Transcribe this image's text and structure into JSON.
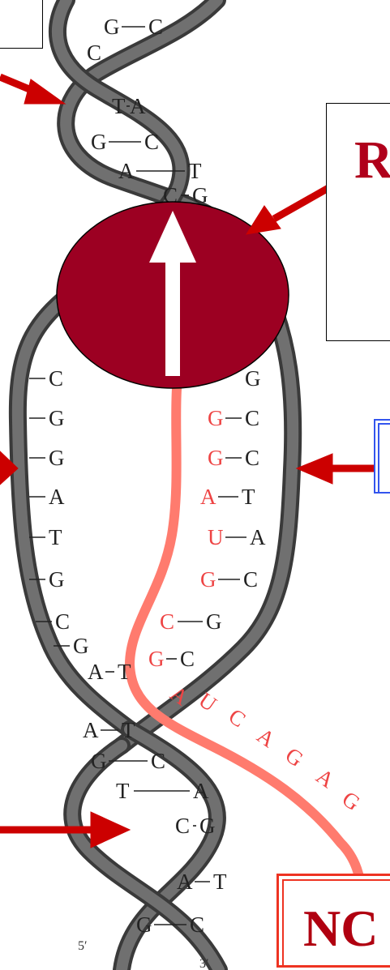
{
  "labels": {
    "top_left_box": "",
    "right_box": "R",
    "right_box_color": "#b0001b",
    "blue_box": "",
    "blue_box_color": "#3355ee",
    "bottom_box": "NC",
    "bottom_box_color": "#b00010",
    "bottom_box_border_color": "#ee3322"
  },
  "colors": {
    "dna_strand": "#5a5a5a",
    "rna_strand": "#ff7b6e",
    "polymerase": "#9c0022",
    "arrows": "#cc0000",
    "direction_arrow": "#ffffff"
  },
  "strand_ends": {
    "five_prime": "5′",
    "three_prime": "3′"
  },
  "top_pairs": [
    {
      "l": "G",
      "r": "C"
    },
    {
      "l": "C",
      "r": ""
    },
    {
      "l": "T",
      "r": "A"
    },
    {
      "l": "G",
      "r": "C"
    },
    {
      "l": "A",
      "r": "T"
    },
    {
      "l": "C",
      "r": "G"
    }
  ],
  "template_bases": [
    "C",
    "C",
    "G",
    "G",
    "A",
    "T",
    "G",
    "C",
    "G"
  ],
  "hybrid_pairs": [
    {
      "rna": "",
      "dna": "G"
    },
    {
      "rna": "G",
      "dna": "C"
    },
    {
      "rna": "G",
      "dna": "C"
    },
    {
      "rna": "A",
      "dna": "T"
    },
    {
      "rna": "U",
      "dna": "A"
    },
    {
      "rna": "G",
      "dna": "C"
    },
    {
      "rna": "C",
      "dna": "G"
    },
    {
      "rna": "G",
      "dna": "C"
    }
  ],
  "rna_tail": [
    "A",
    "U",
    "C",
    "A",
    "G",
    "A",
    "G"
  ],
  "bottom_pairs": [
    {
      "l": "A",
      "r": "T"
    },
    {
      "l": "A",
      "r": "T"
    },
    {
      "l": "G",
      "r": "C"
    },
    {
      "l": "T",
      "r": "A"
    },
    {
      "l": "C",
      "r": "G"
    },
    {
      "l": "A",
      "r": "T"
    },
    {
      "l": "G",
      "r": "C"
    }
  ]
}
